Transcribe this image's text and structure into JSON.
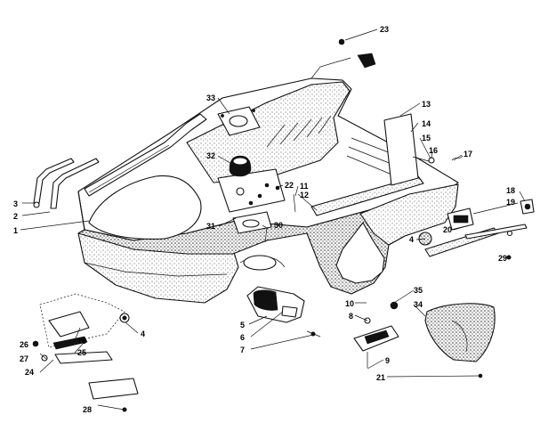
{
  "callouts": [
    {
      "id": "c1",
      "text": "1"
    },
    {
      "id": "c2",
      "text": "2"
    },
    {
      "id": "c3",
      "text": "3"
    },
    {
      "id": "c4a",
      "text": "4"
    },
    {
      "id": "c4b",
      "text": "4"
    },
    {
      "id": "c5",
      "text": "5"
    },
    {
      "id": "c6",
      "text": "6"
    },
    {
      "id": "c7",
      "text": "7"
    },
    {
      "id": "c8",
      "text": "8"
    },
    {
      "id": "c9",
      "text": "9"
    },
    {
      "id": "c10",
      "text": "10"
    },
    {
      "id": "c11",
      "text": "11"
    },
    {
      "id": "c12",
      "text": "12"
    },
    {
      "id": "c13",
      "text": "13"
    },
    {
      "id": "c14",
      "text": "14"
    },
    {
      "id": "c15",
      "text": "15"
    },
    {
      "id": "c16a",
      "text": "16"
    },
    {
      "id": "c16b",
      "text": "16"
    },
    {
      "id": "c17",
      "text": "17"
    },
    {
      "id": "c18",
      "text": "18"
    },
    {
      "id": "c19",
      "text": "19"
    },
    {
      "id": "c20",
      "text": "20"
    },
    {
      "id": "c21",
      "text": "21"
    },
    {
      "id": "c22",
      "text": "22"
    },
    {
      "id": "c23",
      "text": "23"
    },
    {
      "id": "c24",
      "text": "24"
    },
    {
      "id": "c25",
      "text": "25"
    },
    {
      "id": "c26",
      "text": "26"
    },
    {
      "id": "c27",
      "text": "27"
    },
    {
      "id": "c28",
      "text": "28"
    },
    {
      "id": "c29",
      "text": "29"
    },
    {
      "id": "c30",
      "text": "30"
    },
    {
      "id": "c31",
      "text": "31"
    },
    {
      "id": "c32",
      "text": "32"
    },
    {
      "id": "c33",
      "text": "33"
    },
    {
      "id": "c34",
      "text": "34"
    },
    {
      "id": "c35",
      "text": "35"
    }
  ]
}
